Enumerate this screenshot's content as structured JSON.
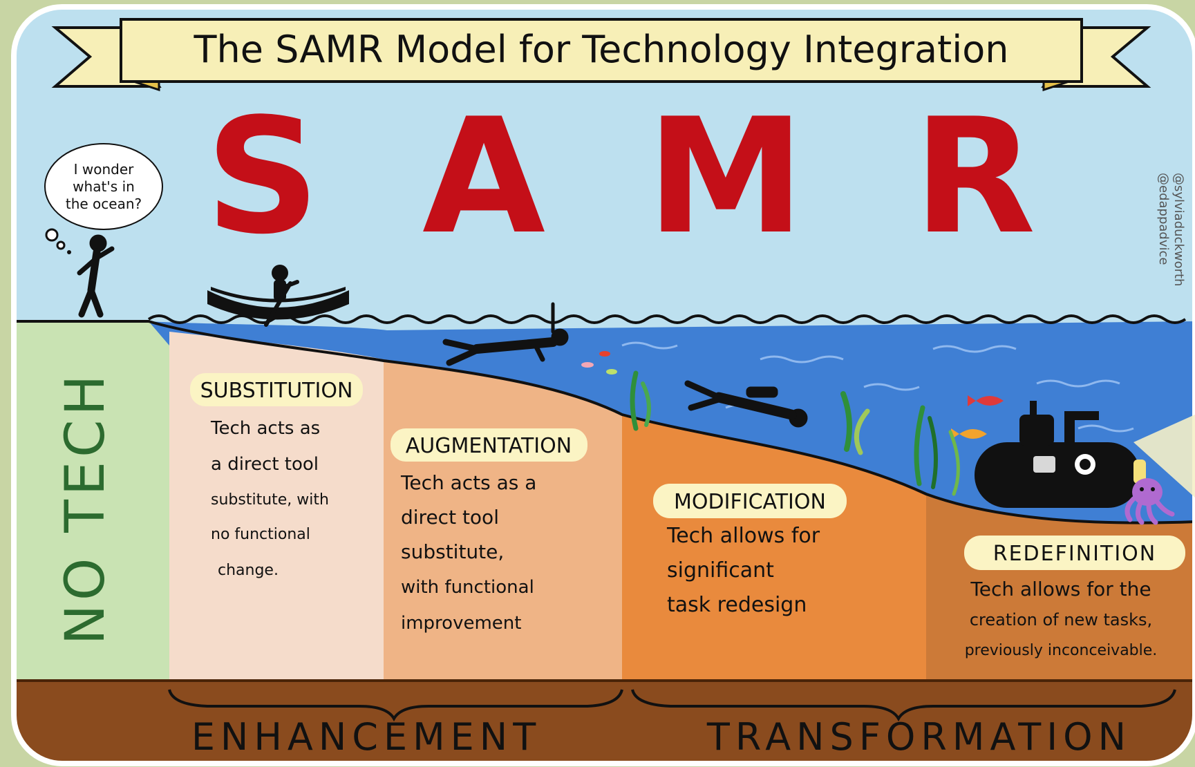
{
  "title": "The SAMR Model for Technology Integration",
  "letters": [
    "S",
    "A",
    "M",
    "R"
  ],
  "thought": [
    "I wonder",
    "what's in",
    "the ocean?"
  ],
  "credit": [
    "@sylviaduckworth",
    "@edappadvice"
  ],
  "no_tech": "NO TECH",
  "stages": [
    {
      "label": "SUBSTITUTION",
      "lines": [
        "Tech acts as",
        "a direct tool",
        "substitute, with",
        "no functional",
        "change."
      ]
    },
    {
      "label": "AUGMENTATION",
      "lines": [
        "Tech acts as a",
        "direct tool",
        "substitute,",
        "with functional",
        "improvement"
      ]
    },
    {
      "label": "MODIFICATION",
      "lines": [
        "Tech allows for",
        "significant",
        "task redesign"
      ]
    },
    {
      "label": "REDEFINITION",
      "lines": [
        "Tech allows for the",
        "creation of new tasks,",
        "previously inconceivable."
      ]
    }
  ],
  "groups": [
    "ENHANCEMENT",
    "TRANSFORMATION"
  ],
  "colors": {
    "sky": "#bde0ef",
    "water": "#3f7fd4",
    "no_tech": "#c9e3b3",
    "substitution": "#f5dccb",
    "augmentation": "#efb486",
    "modification": "#e98a3d",
    "redefinition": "#cc7a38",
    "ground": "#8a4b1e",
    "letter_red": "#c40f18",
    "banner": "#f7efb7",
    "label_bg": "#fbf4c4"
  }
}
